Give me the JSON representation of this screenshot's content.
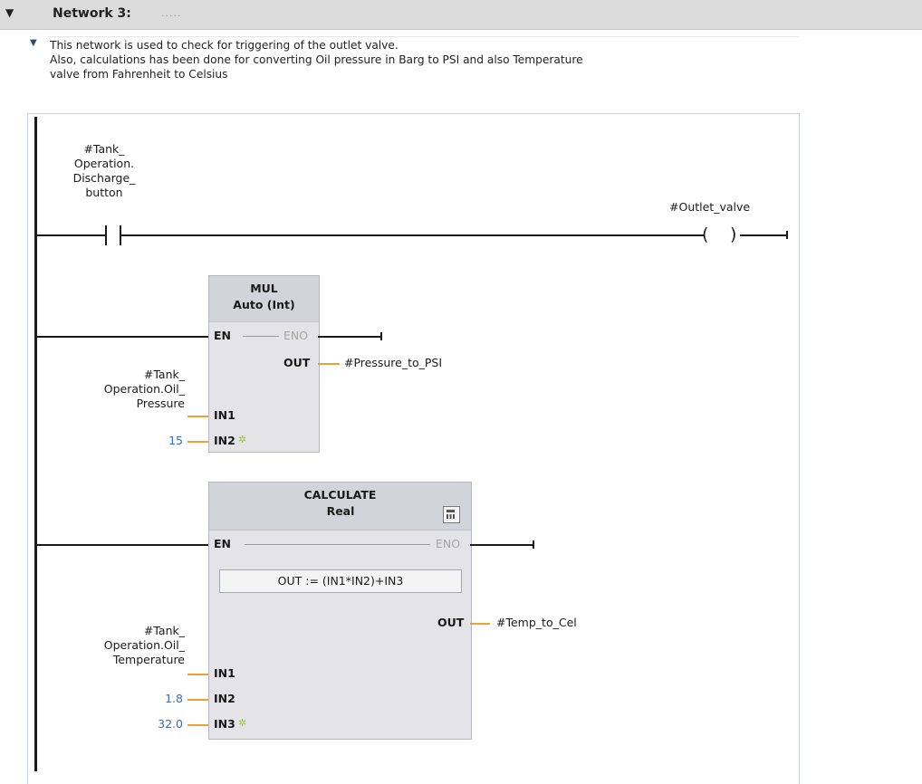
{
  "network": {
    "title": "Network 3:",
    "title_placeholder": ".....",
    "comment_lines": [
      "This network is used to check for triggering of the outlet valve.",
      "Also, calculations has been done for converting Oil pressure in Barg to PSI and also Temperature",
      "valve from Fahrenheit to Celsius"
    ]
  },
  "contact": {
    "operand_lines": [
      "#Tank_",
      "Operation.",
      "Discharge_",
      "button"
    ]
  },
  "coil": {
    "operand": "#Outlet_valve"
  },
  "mul": {
    "title": "MUL",
    "type": "Auto (Int)",
    "en": "EN",
    "eno": "ENO",
    "out": "OUT",
    "out_operand": "#Pressure_to_PSI",
    "in1": "IN1",
    "in2": "IN2",
    "in1_operand_lines": [
      "#Tank_",
      "Operation.Oil_",
      "Pressure"
    ],
    "in2_value": "15"
  },
  "calculate": {
    "title": "CALCULATE",
    "type": "Real",
    "en": "EN",
    "eno": "ENO",
    "expression": "OUT :=   (IN1*IN2)+IN3",
    "out": "OUT",
    "out_operand": "#Temp_to_Cel",
    "in1": "IN1",
    "in2": "IN2",
    "in3": "IN3",
    "in1_operand_lines": [
      "#Tank_",
      "Operation.Oil_",
      "Temperature"
    ],
    "in2_value": "1.8",
    "in3_value": "32.0"
  },
  "icons": {
    "collapse": "triangle-down-icon",
    "add_input": "star-icon",
    "calculator": "calculator-icon"
  },
  "colors": {
    "header_bg": "#dcdcdc",
    "wire": "#1a1a1a",
    "data_wire": "#f0a030",
    "constant": "#2f6cc7",
    "add_pin": "#9cc43a",
    "box_bg": "#e4e4e8"
  }
}
